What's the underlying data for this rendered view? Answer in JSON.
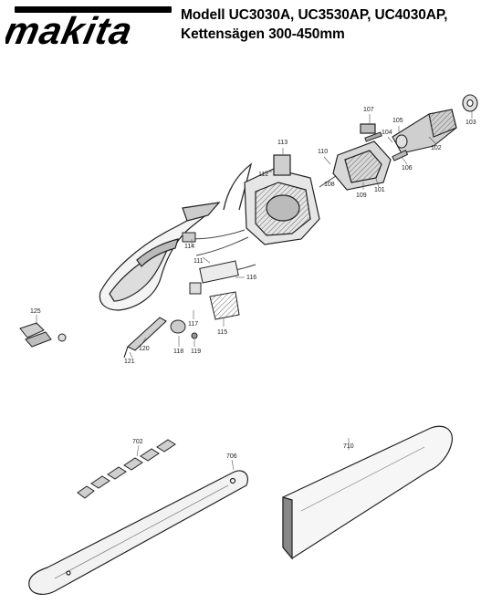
{
  "brand": {
    "logo_text": "makita"
  },
  "title": {
    "line1": "Modell UC3030A, UC3530AP, UC4030AP,",
    "line2": "Kettensägen 300-450mm"
  },
  "parts": {
    "p101": "101",
    "p102": "102",
    "p103": "103",
    "p104": "104",
    "p105": "105",
    "p106": "106",
    "p107": "107",
    "p108": "108",
    "p109": "109",
    "p110": "110",
    "p111": "111",
    "p112": "112",
    "p113": "113",
    "p114": "114",
    "p115": "115",
    "p116": "116",
    "p117": "117",
    "p118": "118",
    "p119": "119",
    "p120": "120",
    "p121": "121",
    "p125": "125",
    "p702": "702",
    "p706": "706",
    "p710": "710"
  }
}
